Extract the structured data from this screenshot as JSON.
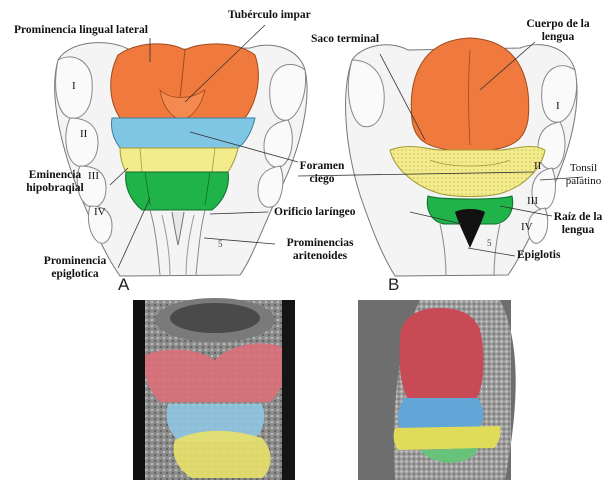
{
  "panel_a": {
    "letter": "A",
    "labels": {
      "prominencia_lingual_lateral": "Prominencia lingual lateral",
      "tuberculo_impar": "Tubérculo impar",
      "eminencia_l1": "Eminencia",
      "eminencia_l2": "hipobraqial",
      "prominencia_epiglotica_l1": "Prominencia",
      "prominencia_epiglotica_l2": "epiglotica",
      "foramen_l1": "Foramen",
      "foramen_l2": "ciego",
      "orificio_laringeo": "Orificio laríngeo",
      "aritenoides_l1": "Prominencias",
      "aritenoides_l2": "aritenoides"
    },
    "arch_numerals": [
      "I",
      "II",
      "III",
      "IV"
    ],
    "colors": {
      "lingual": "#f07a3e",
      "blue": "#7fc6e4",
      "yellow": "#f3ec8c",
      "green": "#1fb34a",
      "tissue": "#f4f4f4"
    }
  },
  "panel_b": {
    "letter": "B",
    "labels": {
      "saco_terminal": "Saco terminal",
      "cuerpo_l1": "Cuerpo de la",
      "cuerpo_l2": "lengua",
      "tonsil_l1": "Tonsil",
      "tonsil_l2": "palatino",
      "raiz_l1": "Raíz de la",
      "raiz_l2": "lengua",
      "epiglotis": "Epiglotis"
    },
    "arch_numerals": [
      "I",
      "II",
      "III",
      "IV"
    ]
  },
  "photos": {
    "left_colors": {
      "red": "#d9707a",
      "blue": "#8fc4e0",
      "yellow": "#e6e06a"
    },
    "right_colors": {
      "red": "#c84a55",
      "blue": "#62a6d8",
      "yellow": "#e0dc5a",
      "green": "#69c27a"
    }
  }
}
